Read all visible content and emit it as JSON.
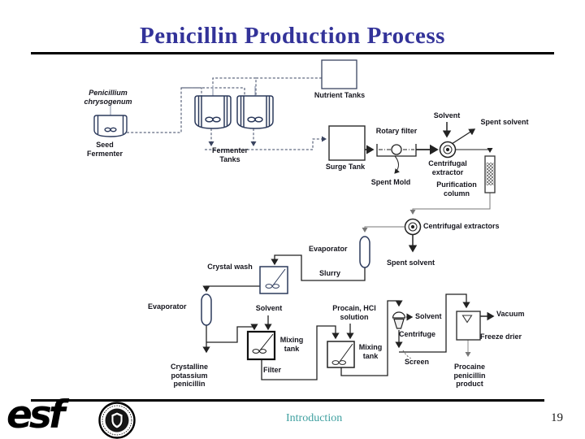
{
  "slide": {
    "title": "Penicillin Production Process",
    "footer": {
      "section": "Introduction",
      "page": "19",
      "logo_text": "esf"
    }
  },
  "colors": {
    "title": "#333399",
    "footer_text": "#3FA0A0",
    "diagram_line": "#222222",
    "tank_stroke": "#2c3a5c",
    "rule": "#000000"
  },
  "diagram": {
    "labels": {
      "penicillium": "Penicillium\nchrysogenum",
      "seed_fermenter": "Seed\nFermenter",
      "fermenter_tanks": "Fermenter\nTanks",
      "nutrient_tanks": "Nutrient Tanks",
      "surge_tank": "Surge Tank",
      "rotary_filter": "Rotary filter",
      "solvent_top": "Solvent",
      "spent_solvent_top": "Spent solvent",
      "centrifugal_extractor": "Centrifugal\nextractor",
      "spent_mold": "Spent Mold",
      "purification_column": "Purification\ncolumn",
      "centrifugal_extractors": "Centrifugal extractors",
      "evaporator_1": "Evaporator",
      "spent_solvent_mid": "Spent solvent",
      "slurry": "Slurry",
      "crystal_wash": "Crystal wash",
      "evaporator_2": "Evaporator",
      "solvent_mid": "Solvent",
      "mixing_tank_1": "Mixing\ntank",
      "procain_hcl": "Procain, HCl\nsolution",
      "solvent_bottom": "Solvent",
      "centrifuge": "Centrifuge",
      "mixing_tank_2": "Mixing\ntank",
      "screen": "Screen",
      "filter": "Filter",
      "crystalline_product": "Crystalline\npotassium\npenicillin",
      "vacuum": "Vacuum",
      "freeze_drier": "Freeze drier",
      "procaine_product": "Procaine\npenicillin\nproduct"
    }
  }
}
